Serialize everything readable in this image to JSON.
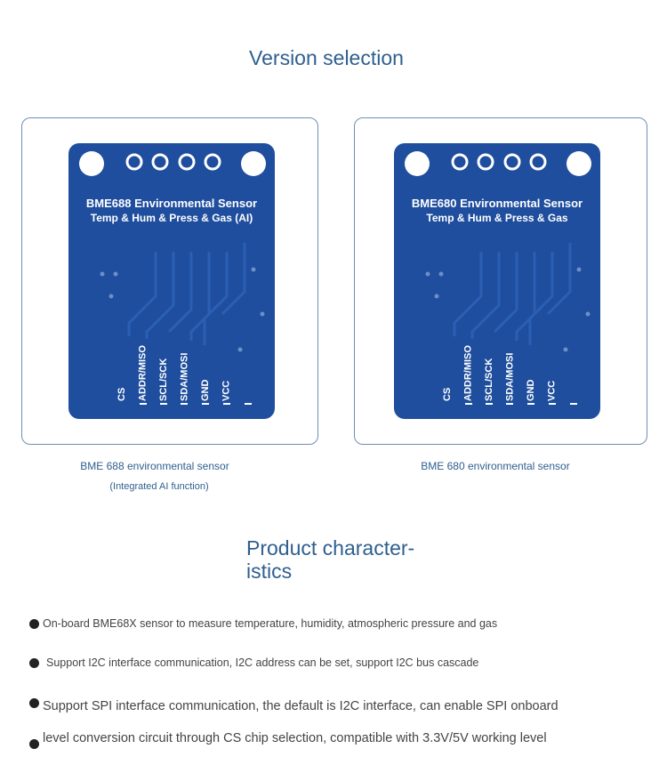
{
  "section1": {
    "title": "Version selection"
  },
  "boards": [
    {
      "caption": "BME 688 environmental sensor",
      "subcaption": "(Integrated AI function)",
      "silk_line1": "BME688 Environmental Sensor",
      "silk_line2": "Temp & Hum & Press & Gas (AI)",
      "pins": [
        "CS",
        "ADDR/MISO",
        "SCL/SCK",
        "SDA/MOSI",
        "GND",
        "VCC"
      ]
    },
    {
      "caption": "BME 680 environmental sensor",
      "silk_line1": "BME680 Environmental Sensor",
      "silk_line2": "Temp & Hum & Press & Gas",
      "pins": [
        "CS",
        "ADDR/MISO",
        "SCL/SCK",
        "SDA/MOSI",
        "GND",
        "VCC"
      ]
    }
  ],
  "section2": {
    "title_line1": "Product character-",
    "title_line2": "istics",
    "features": [
      "On-board BME68X sensor to measure temperature, humidity, atmospheric pressure and gas",
      "Support I2C interface communication, I2C address can be set, support I2C bus cascade",
      "Support SPI interface communication, the default is I2C interface, can enable SPI onboard",
      "level conversion circuit through CS chip selection, compatible with 3.3V/5V working level"
    ]
  },
  "colors": {
    "title": "#2f5f8f",
    "pcb": "#1f4e9e",
    "border": "#6f8fb4"
  }
}
